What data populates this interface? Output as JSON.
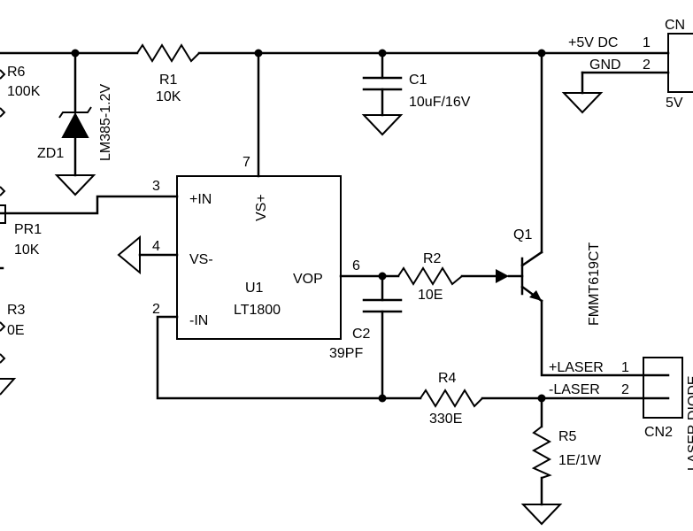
{
  "components": {
    "R6": {
      "ref": "R6",
      "value": "100K"
    },
    "ZD1": {
      "ref": "ZD1",
      "value": "LM385-1.2V"
    },
    "R1": {
      "ref": "R1",
      "value": "10K"
    },
    "C1": {
      "ref": "C1",
      "value": "10uF/16V"
    },
    "CN1": {
      "ref": "CN",
      "value": "5V",
      "pins": [
        {
          "num": "1",
          "name": "+5V DC"
        },
        {
          "num": "2",
          "name": "GND"
        }
      ]
    },
    "PR1": {
      "ref": "PR1",
      "value": "10K"
    },
    "R3": {
      "ref": "R3",
      "value": "0E"
    },
    "U1": {
      "ref": "U1",
      "value": "LT1800",
      "pins": {
        "in_plus": {
          "num": "3",
          "name": "+IN"
        },
        "vs_minus": {
          "num": "4",
          "name": "VS-"
        },
        "in_minus": {
          "num": "2",
          "name": "-IN"
        },
        "vs_plus": {
          "num": "7",
          "name": "VS+"
        },
        "vop": {
          "num": "6",
          "name": "VOP"
        }
      }
    },
    "C2": {
      "ref": "C2",
      "value": "39PF"
    },
    "R2": {
      "ref": "R2",
      "value": "10E"
    },
    "Q1": {
      "ref": "Q1",
      "value": "FMMT619CT"
    },
    "R4": {
      "ref": "R4",
      "value": "330E"
    },
    "R5": {
      "ref": "R5",
      "value": "1E/1W"
    },
    "CN2": {
      "ref": "CN2",
      "value": "LASER DIODE",
      "pins": [
        {
          "num": "1",
          "name": "+LASER"
        },
        {
          "num": "2",
          "name": "-LASER"
        }
      ]
    }
  }
}
